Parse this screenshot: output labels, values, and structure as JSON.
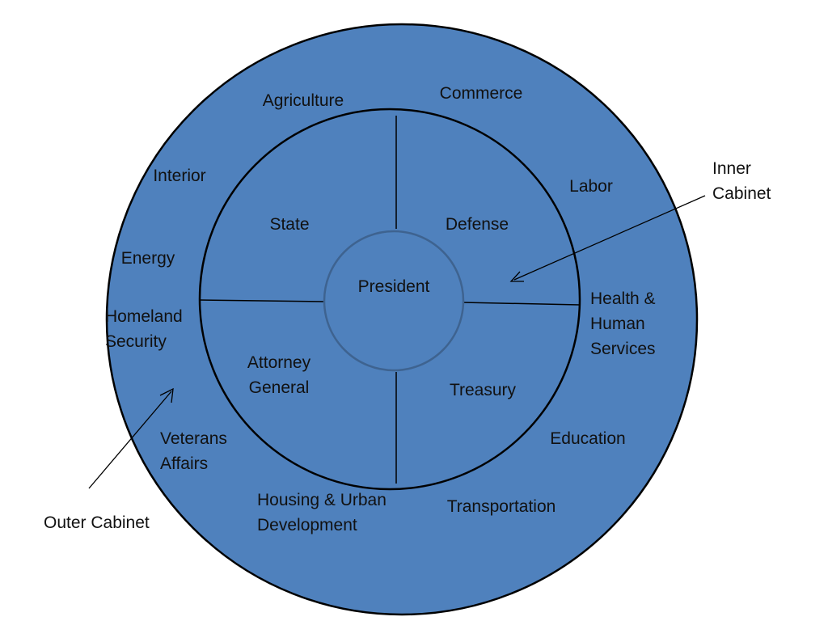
{
  "colors": {
    "fill": "#4f81bd",
    "inner_ring_fill": "#4f81bd",
    "center_stroke": "#3e6390",
    "line": "#000000",
    "background": "#ffffff"
  },
  "center": {
    "label": "President"
  },
  "inner_cabinet": {
    "label": [
      "Inner",
      "Cabinet"
    ],
    "departments": [
      {
        "key": "state",
        "lines": [
          "State"
        ]
      },
      {
        "key": "defense",
        "lines": [
          "Defense"
        ]
      },
      {
        "key": "attorney-general",
        "lines": [
          "Attorney",
          "General"
        ]
      },
      {
        "key": "treasury",
        "lines": [
          "Treasury"
        ]
      }
    ]
  },
  "outer_cabinet": {
    "label": [
      "Outer Cabinet"
    ],
    "departments": [
      {
        "key": "agriculture",
        "lines": [
          "Agriculture"
        ]
      },
      {
        "key": "commerce",
        "lines": [
          "Commerce"
        ]
      },
      {
        "key": "interior",
        "lines": [
          "Interior"
        ]
      },
      {
        "key": "labor",
        "lines": [
          "Labor"
        ]
      },
      {
        "key": "energy",
        "lines": [
          "Energy"
        ]
      },
      {
        "key": "homeland-security",
        "lines": [
          "Homeland",
          "Security"
        ]
      },
      {
        "key": "health-human-services",
        "lines": [
          "Health &",
          "Human",
          "Services"
        ]
      },
      {
        "key": "veterans-affairs",
        "lines": [
          "Veterans",
          "Affairs"
        ]
      },
      {
        "key": "education",
        "lines": [
          "Education"
        ]
      },
      {
        "key": "housing-urban-development",
        "lines": [
          "Housing & Urban",
          "Development"
        ]
      },
      {
        "key": "transportation",
        "lines": [
          "Transportation"
        ]
      }
    ]
  }
}
